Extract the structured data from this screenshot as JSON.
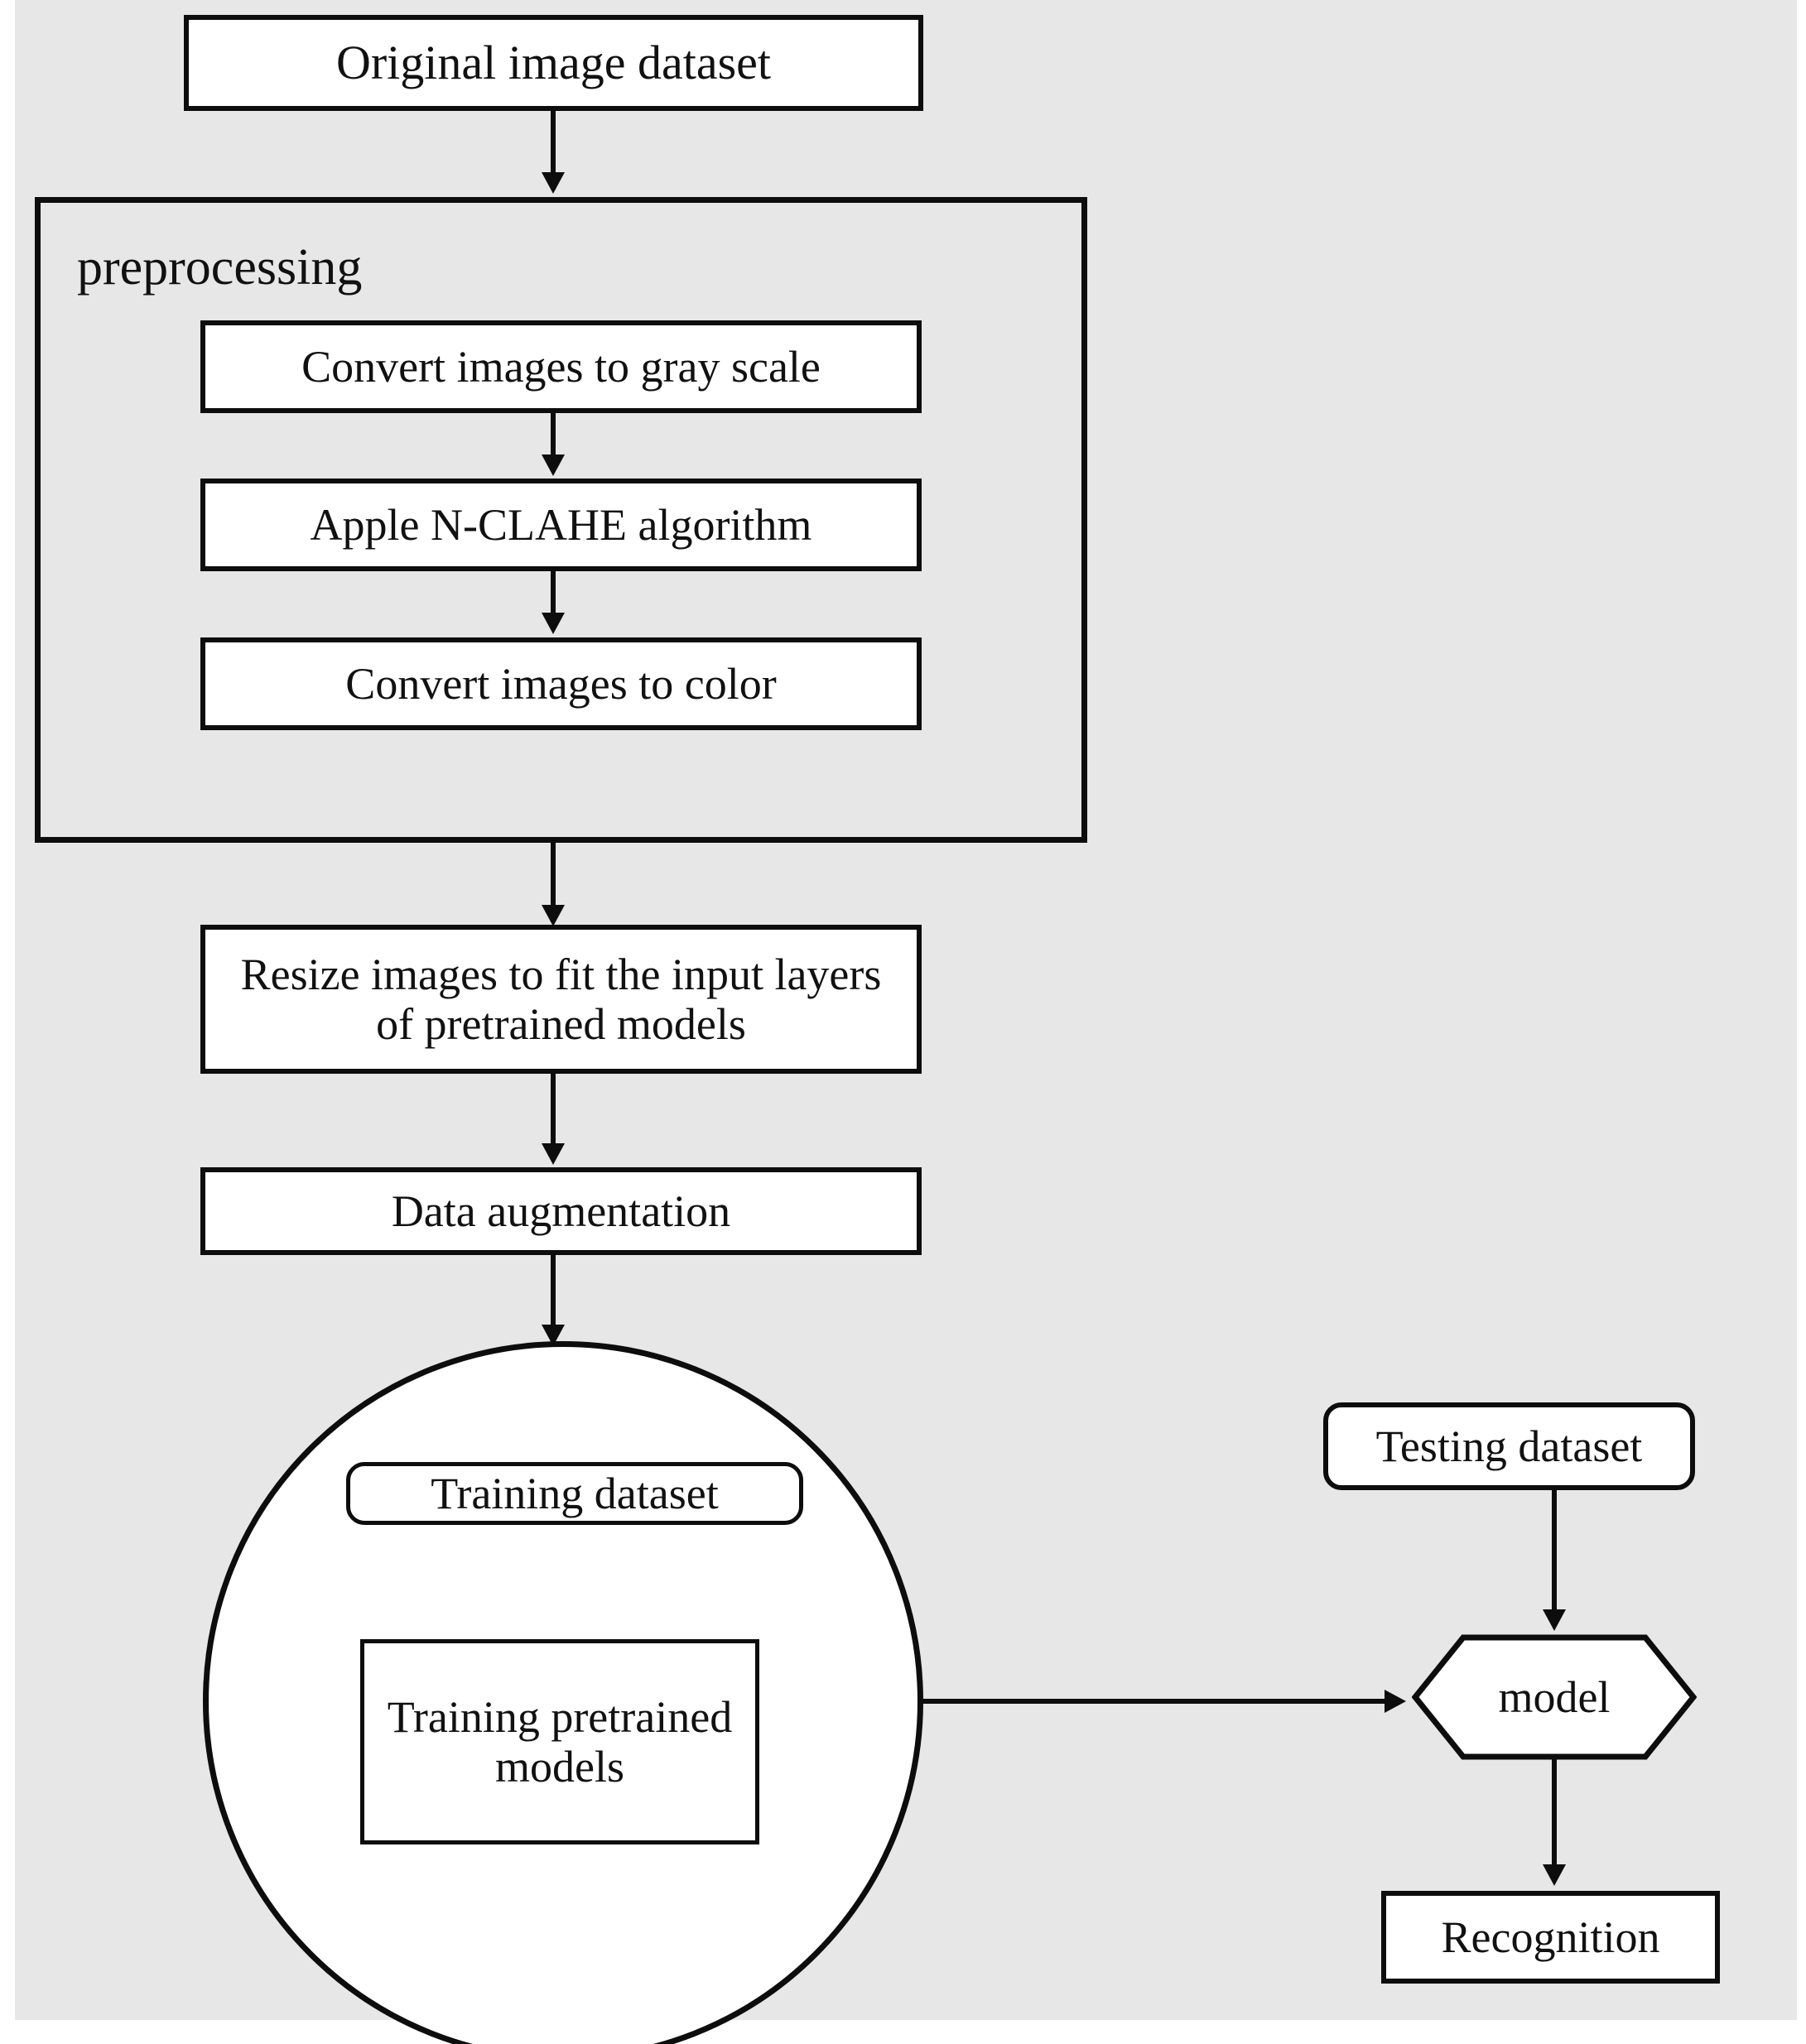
{
  "diagram": {
    "title_node": "Original image dataset",
    "group": {
      "label": "preprocessing",
      "steps": [
        "Convert images to gray scale",
        "Apple N-CLAHE algorithm",
        "Convert images to color"
      ]
    },
    "resize_node": "Resize images to fit the input layers of pretrained models",
    "augment_node": "Data augmentation",
    "training_circle": {
      "dataset_label": "Training dataset",
      "models_label": "Training pretrained models"
    },
    "testing_node": "Testing dataset",
    "model_node": "model",
    "recognition_node": "Recognition"
  },
  "colors": {
    "background": "#e7e7e7",
    "canvas": "#ffffff",
    "stroke": "#0d0d0d",
    "node_fill": "#ffffff",
    "text": "#111111"
  }
}
